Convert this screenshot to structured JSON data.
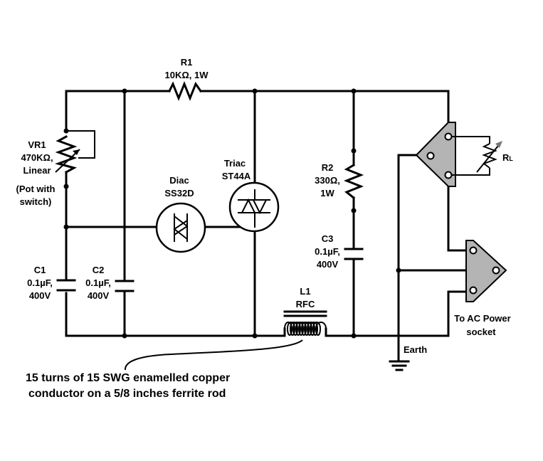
{
  "components": {
    "r1": {
      "ref": "R1",
      "value": "10KΩ, 1W"
    },
    "vr1": {
      "ref": "VR1",
      "value": "470KΩ,",
      "type": "Linear",
      "note1": "(Pot with",
      "note2": "switch)"
    },
    "diac": {
      "type": "Diac",
      "part": "SS32D"
    },
    "triac": {
      "type": "Triac",
      "part": "ST44A"
    },
    "r2": {
      "ref": "R2",
      "value": "330Ω,",
      "power": "1W"
    },
    "c1": {
      "ref": "C1",
      "value": "0.1µF,",
      "voltage": "400V"
    },
    "c2": {
      "ref": "C2",
      "value": "0.1µF,",
      "voltage": "400V"
    },
    "c3": {
      "ref": "C3",
      "value": "0.1µF,",
      "voltage": "400V"
    },
    "l1": {
      "ref": "L1",
      "type": "RFC"
    },
    "rl": {
      "ref": "R",
      "sub": "L"
    }
  },
  "labels": {
    "ac_socket_1": "To AC Power",
    "ac_socket_2": "socket",
    "earth": "Earth"
  },
  "annotation": {
    "line1": "15 turns of 15 SWG enamelled copper",
    "line2": "conductor on a 5/8 inches ferrite rod"
  },
  "colors": {
    "wire": "#000000",
    "plug_fill": "#b4b4b4",
    "background": "#ffffff"
  }
}
